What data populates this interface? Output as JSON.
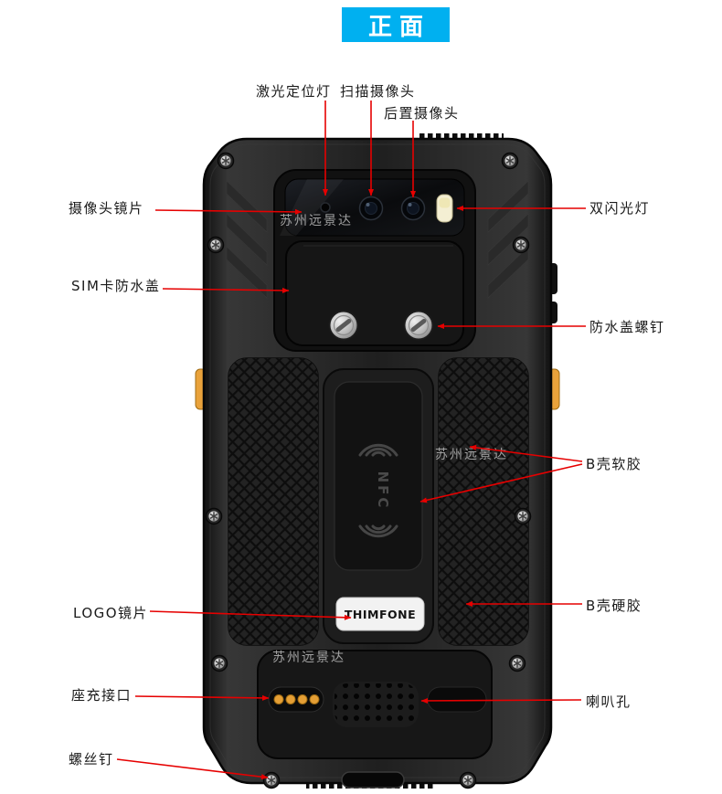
{
  "header": {
    "title": "正面"
  },
  "brand": {
    "logo": "THIMFONE",
    "nfc_label": "NFC"
  },
  "watermark": {
    "text": "苏州远景达"
  },
  "annotations": [
    {
      "id": "laser-light",
      "text": "激光定位灯"
    },
    {
      "id": "scan-camera",
      "text": "扫描摄像头"
    },
    {
      "id": "rear-camera",
      "text": "后置摄像头"
    },
    {
      "id": "camera-lens",
      "text": "摄像头镜片"
    },
    {
      "id": "sim-waterproof-cover",
      "text": "SIM卡防水盖"
    },
    {
      "id": "dual-flash",
      "text": "双闪光灯"
    },
    {
      "id": "waterproof-cover-screw",
      "text": "防水盖螺钉"
    },
    {
      "id": "b-shell-soft-rubber",
      "text": "B壳软胶"
    },
    {
      "id": "b-shell-hard-rubber",
      "text": "B壳硬胶"
    },
    {
      "id": "logo-lens",
      "text": "LOGO镜片"
    },
    {
      "id": "dock-charging-port",
      "text": "座充接口"
    },
    {
      "id": "speaker-hole",
      "text": "喇叭孔"
    },
    {
      "id": "screw",
      "text": "螺丝钉"
    }
  ],
  "colors": {
    "banner": "#00b0f0",
    "leader_line": "#e60000",
    "side_button": "#e9a23b",
    "charging_pins": "#e59f35",
    "flash_led": "#f4efd3",
    "phone_body": "#232323"
  }
}
